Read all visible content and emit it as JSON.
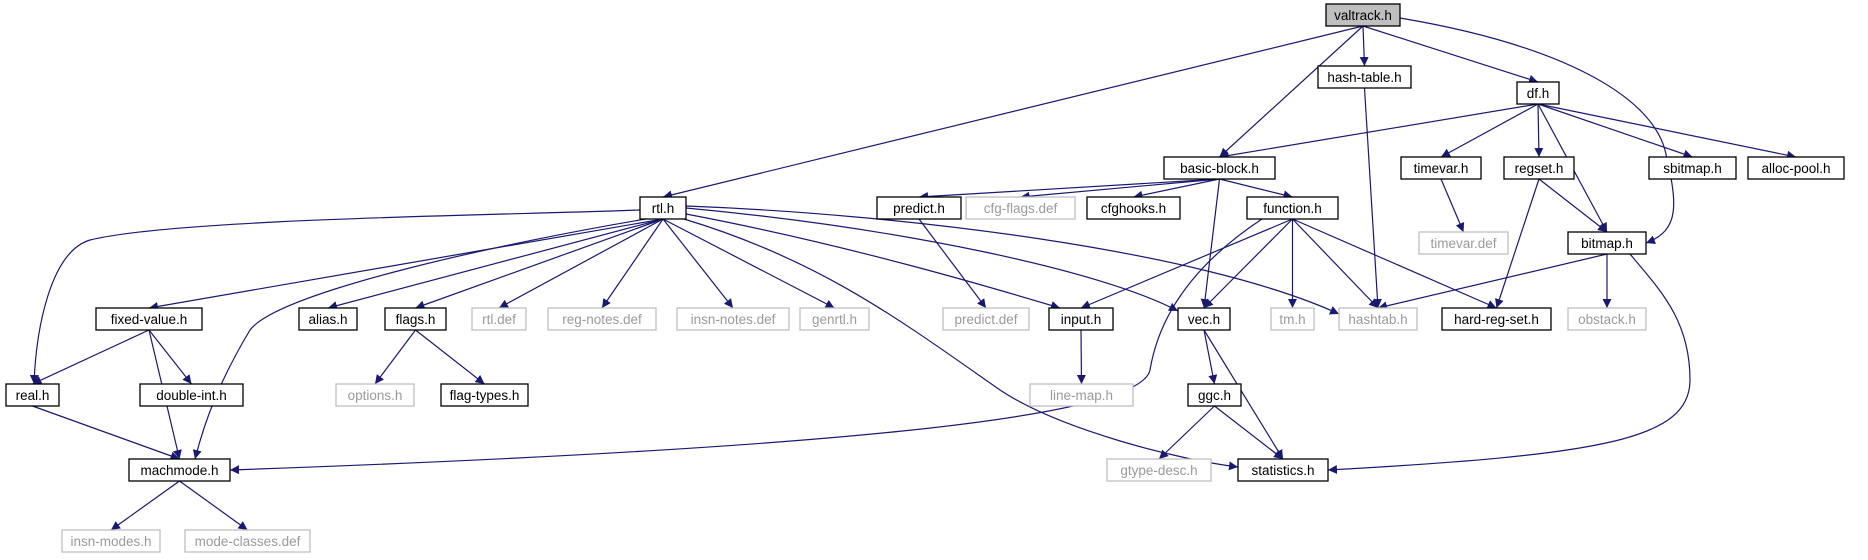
{
  "colors": {
    "edge": "#191970",
    "text": "#000000",
    "documented_border": "#000000",
    "undocumented_border": "#bfbfbf",
    "undocumented_text": "#9a9a9a",
    "root_fill": "#bfbfbf"
  },
  "nodes": [
    {
      "id": "valtrack",
      "label": "valtrack.h",
      "kind": "root"
    },
    {
      "id": "hash_table",
      "label": "hash-table.h",
      "kind": "documented"
    },
    {
      "id": "df",
      "label": "df.h",
      "kind": "documented"
    },
    {
      "id": "basic_block",
      "label": "basic-block.h",
      "kind": "documented"
    },
    {
      "id": "timevar",
      "label": "timevar.h",
      "kind": "documented"
    },
    {
      "id": "regset",
      "label": "regset.h",
      "kind": "documented"
    },
    {
      "id": "sbitmap",
      "label": "sbitmap.h",
      "kind": "documented"
    },
    {
      "id": "alloc_pool",
      "label": "alloc-pool.h",
      "kind": "documented"
    },
    {
      "id": "rtl",
      "label": "rtl.h",
      "kind": "documented"
    },
    {
      "id": "predict_h",
      "label": "predict.h",
      "kind": "documented"
    },
    {
      "id": "cfg_flags",
      "label": "cfg-flags.def",
      "kind": "undocumented"
    },
    {
      "id": "cfghooks",
      "label": "cfghooks.h",
      "kind": "documented"
    },
    {
      "id": "function",
      "label": "function.h",
      "kind": "documented"
    },
    {
      "id": "timevar_def",
      "label": "timevar.def",
      "kind": "undocumented"
    },
    {
      "id": "bitmap",
      "label": "bitmap.h",
      "kind": "documented"
    },
    {
      "id": "fixed_value",
      "label": "fixed-value.h",
      "kind": "documented"
    },
    {
      "id": "alias",
      "label": "alias.h",
      "kind": "documented"
    },
    {
      "id": "flags",
      "label": "flags.h",
      "kind": "documented"
    },
    {
      "id": "rtl_def",
      "label": "rtl.def",
      "kind": "undocumented"
    },
    {
      "id": "reg_notes",
      "label": "reg-notes.def",
      "kind": "undocumented"
    },
    {
      "id": "insn_notes",
      "label": "insn-notes.def",
      "kind": "undocumented"
    },
    {
      "id": "genrtl",
      "label": "genrtl.h",
      "kind": "undocumented"
    },
    {
      "id": "predict_def",
      "label": "predict.def",
      "kind": "undocumented"
    },
    {
      "id": "input",
      "label": "input.h",
      "kind": "documented"
    },
    {
      "id": "vec",
      "label": "vec.h",
      "kind": "documented"
    },
    {
      "id": "tm",
      "label": "tm.h",
      "kind": "undocumented"
    },
    {
      "id": "hashtab",
      "label": "hashtab.h",
      "kind": "undocumented"
    },
    {
      "id": "hard_reg_set",
      "label": "hard-reg-set.h",
      "kind": "documented"
    },
    {
      "id": "obstack",
      "label": "obstack.h",
      "kind": "undocumented"
    },
    {
      "id": "real",
      "label": "real.h",
      "kind": "documented"
    },
    {
      "id": "double_int",
      "label": "double-int.h",
      "kind": "documented"
    },
    {
      "id": "options",
      "label": "options.h",
      "kind": "undocumented"
    },
    {
      "id": "flag_types",
      "label": "flag-types.h",
      "kind": "documented"
    },
    {
      "id": "line_map",
      "label": "line-map.h",
      "kind": "undocumented"
    },
    {
      "id": "ggc",
      "label": "ggc.h",
      "kind": "documented"
    },
    {
      "id": "machmode",
      "label": "machmode.h",
      "kind": "documented"
    },
    {
      "id": "gtype_desc",
      "label": "gtype-desc.h",
      "kind": "undocumented"
    },
    {
      "id": "statistics",
      "label": "statistics.h",
      "kind": "documented"
    },
    {
      "id": "insn_modes",
      "label": "insn-modes.h",
      "kind": "undocumented"
    },
    {
      "id": "mode_classes",
      "label": "mode-classes.def",
      "kind": "undocumented"
    }
  ],
  "edges": [
    [
      "valtrack",
      "hash_table"
    ],
    [
      "valtrack",
      "df"
    ],
    [
      "valtrack",
      "basic_block"
    ],
    [
      "valtrack",
      "rtl"
    ],
    [
      "valtrack",
      "bitmap"
    ],
    [
      "hash_table",
      "hashtab"
    ],
    [
      "df",
      "basic_block"
    ],
    [
      "df",
      "timevar"
    ],
    [
      "df",
      "regset"
    ],
    [
      "df",
      "sbitmap"
    ],
    [
      "df",
      "alloc_pool"
    ],
    [
      "df",
      "bitmap"
    ],
    [
      "basic_block",
      "predict_h"
    ],
    [
      "basic_block",
      "cfg_flags"
    ],
    [
      "basic_block",
      "cfghooks"
    ],
    [
      "basic_block",
      "function"
    ],
    [
      "basic_block",
      "vec"
    ],
    [
      "timevar",
      "timevar_def"
    ],
    [
      "regset",
      "bitmap"
    ],
    [
      "regset",
      "hard_reg_set"
    ],
    [
      "rtl",
      "real"
    ],
    [
      "rtl",
      "fixed_value"
    ],
    [
      "rtl",
      "alias"
    ],
    [
      "rtl",
      "flags"
    ],
    [
      "rtl",
      "rtl_def"
    ],
    [
      "rtl",
      "reg_notes"
    ],
    [
      "rtl",
      "insn_notes"
    ],
    [
      "rtl",
      "genrtl"
    ],
    [
      "rtl",
      "input"
    ],
    [
      "rtl",
      "vec"
    ],
    [
      "rtl",
      "hashtab"
    ],
    [
      "rtl",
      "machmode"
    ],
    [
      "rtl",
      "statistics"
    ],
    [
      "predict_h",
      "predict_def"
    ],
    [
      "function",
      "input"
    ],
    [
      "function",
      "vec"
    ],
    [
      "function",
      "tm"
    ],
    [
      "function",
      "hashtab"
    ],
    [
      "function",
      "hard_reg_set"
    ],
    [
      "function",
      "machmode"
    ],
    [
      "bitmap",
      "hashtab"
    ],
    [
      "bitmap",
      "obstack"
    ],
    [
      "bitmap",
      "statistics"
    ],
    [
      "fixed_value",
      "real"
    ],
    [
      "fixed_value",
      "double_int"
    ],
    [
      "fixed_value",
      "machmode"
    ],
    [
      "flags",
      "options"
    ],
    [
      "flags",
      "flag_types"
    ],
    [
      "input",
      "line_map"
    ],
    [
      "vec",
      "ggc"
    ],
    [
      "vec",
      "statistics"
    ],
    [
      "ggc",
      "gtype_desc"
    ],
    [
      "ggc",
      "statistics"
    ],
    [
      "real",
      "machmode"
    ],
    [
      "machmode",
      "insn_modes"
    ],
    [
      "machmode",
      "mode_classes"
    ]
  ]
}
